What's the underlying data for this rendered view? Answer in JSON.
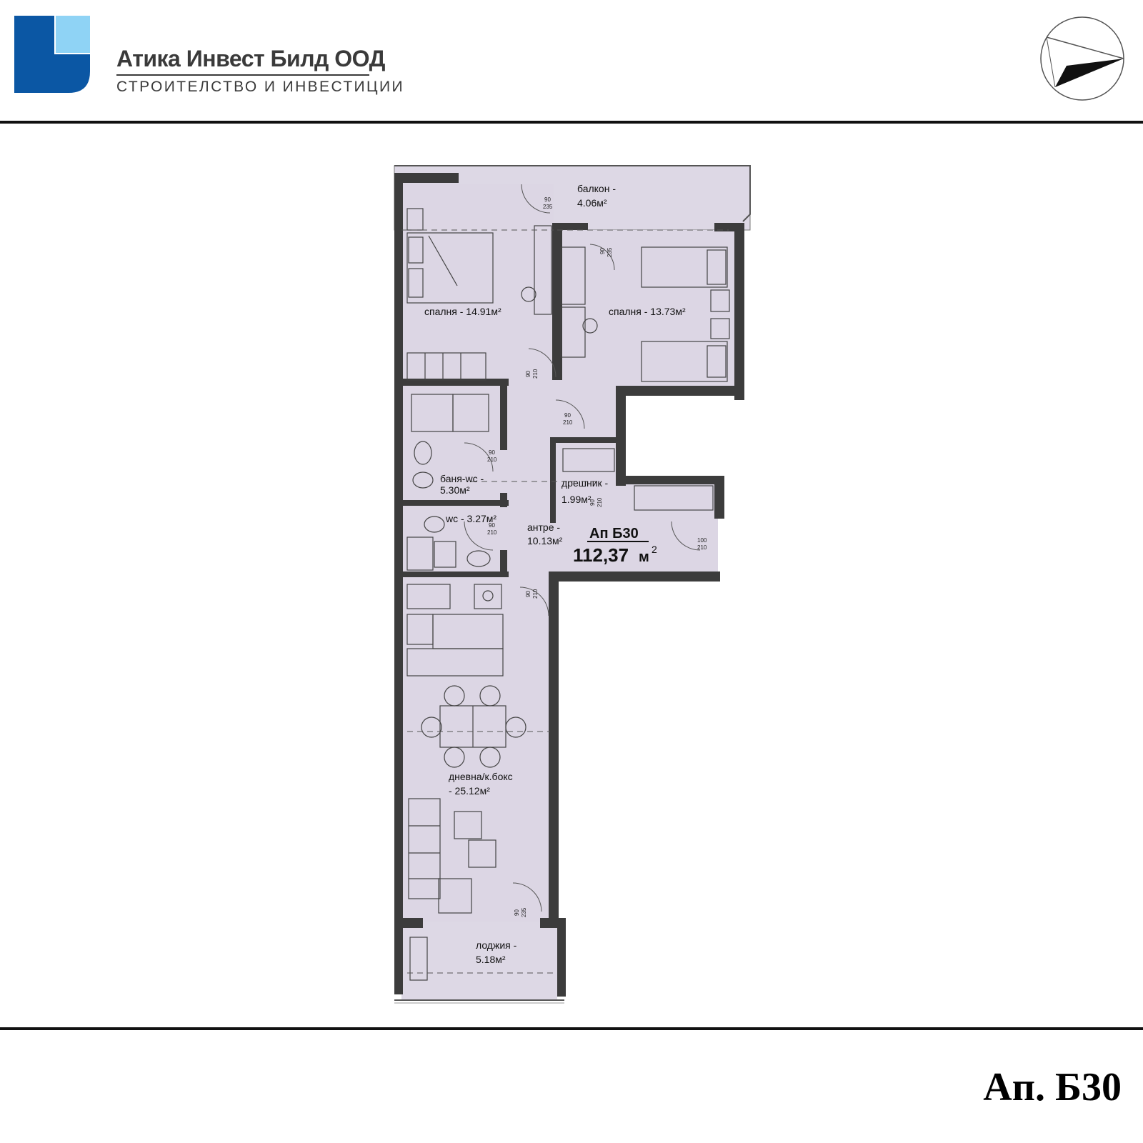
{
  "company": {
    "name": "Атика Инвест Билд ООД",
    "tagline": "СТРОИТЕЛСТВО И ИНВЕСТИЦИИ",
    "logo_colors": {
      "dark": "#0b57a4",
      "light": "#8fd3f5"
    }
  },
  "north_arrow_icon": "north-arrow-icon",
  "plan": {
    "fill_color": "#dcd6e4",
    "wall_color": "#3c3c3c",
    "apartment_label": "Ап Б30",
    "apartment_area": "112,37",
    "apartment_area_unit": "м",
    "apartment_area_exp": "2",
    "rooms": [
      {
        "name": "балкон -",
        "area": "4.06м²"
      },
      {
        "name": "спалня - 14.91м²",
        "area": ""
      },
      {
        "name": "спалня - 13.73м²",
        "area": ""
      },
      {
        "name": "баня-wc -",
        "area": "5.30м²"
      },
      {
        "name": "дрешник -",
        "area": "1.99м²"
      },
      {
        "name": "wc - 3.27м²",
        "area": ""
      },
      {
        "name": "антре -",
        "area": "10.13м²"
      },
      {
        "name": "дневна/к.бокс",
        "area": "- 25.12м²"
      },
      {
        "name": "лоджия -",
        "area": "5.18м²"
      }
    ],
    "door_tags": [
      {
        "w": "90",
        "h": "235"
      },
      {
        "w": "90",
        "h": "235"
      },
      {
        "w": "90",
        "h": "210"
      },
      {
        "w": "90",
        "h": "210"
      },
      {
        "w": "90",
        "h": "210"
      },
      {
        "w": "90",
        "h": "210"
      },
      {
        "w": "90",
        "h": "210"
      },
      {
        "w": "100",
        "h": "210"
      },
      {
        "w": "90",
        "h": "210"
      },
      {
        "w": "90",
        "h": "235"
      }
    ]
  },
  "footer": {
    "label": "Ап. Б30"
  }
}
